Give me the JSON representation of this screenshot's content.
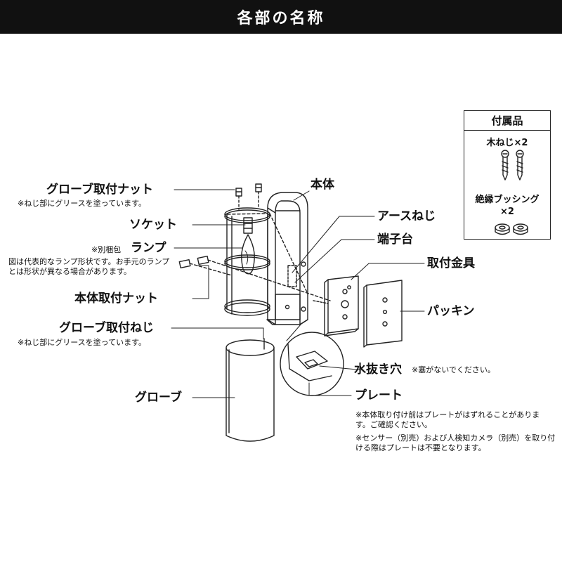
{
  "header": {
    "title": "各部の名称"
  },
  "accessories": {
    "title": "付属品",
    "items": [
      {
        "name": "木ねじ×2"
      },
      {
        "name": "絶縁ブッシング",
        "qty": "×2"
      }
    ]
  },
  "labels": {
    "body": "本体",
    "globe_nut": "グローブ取付ナット",
    "globe_nut_note": "※ねじ部にグリースを塗っています。",
    "socket": "ソケット",
    "lamp_prefix": "※別梱包",
    "lamp": "ランプ",
    "lamp_note": "図は代表的なランプ形状です。お手元のランプとは形状が異なる場合があります。",
    "body_nut": "本体取付ナット",
    "globe_screw": "グローブ取付ねじ",
    "globe_screw_note": "※ねじ部にグリースを塗っています。",
    "globe": "グローブ",
    "earth_screw": "アースねじ",
    "terminal": "端子台",
    "bracket": "取付金具",
    "packing": "パッキン",
    "drain_hole": "水抜き穴",
    "drain_note": "※塞がないでください。",
    "plate": "プレート",
    "plate_note_1": "※本体取り付け前はプレートがはずれることがあります。ご確認ください。",
    "plate_note_2": "※センサー（別売）および人検知カメラ（別売）を取り付ける際はプレートは不要となります。"
  },
  "colors": {
    "header_bg": "#111111",
    "header_text": "#ffffff",
    "line": "#222222"
  }
}
